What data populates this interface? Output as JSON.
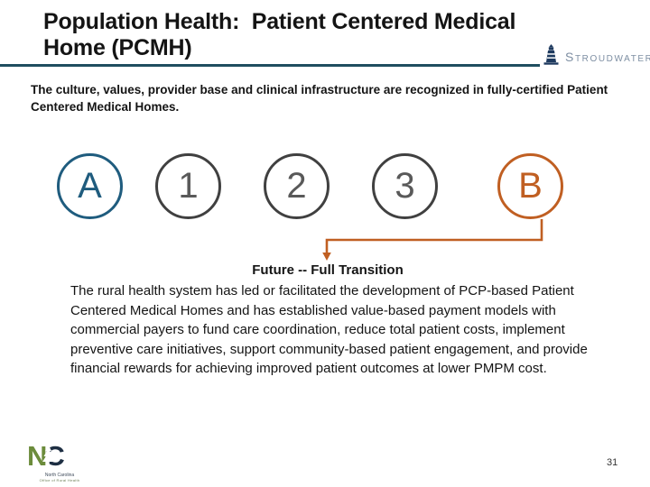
{
  "slide": {
    "title": "Population Health:  Patient Centered Medical Home (PCMH)",
    "page_number": "31"
  },
  "brand": {
    "name": "Stroudwater",
    "icon": "lighthouse-icon",
    "text_color": "#7E8FA3",
    "icon_color": "#1E3A5F"
  },
  "intro": {
    "text": "The culture, values, provider base and clinical infrastructure are recognized in fully-certified Patient Centered Medical Homes."
  },
  "sequence": {
    "steps": [
      {
        "label": "A",
        "color": "#1F5C7E"
      },
      {
        "label": "1",
        "color": "#595959"
      },
      {
        "label": "2",
        "color": "#595959"
      },
      {
        "label": "3",
        "color": "#595959"
      },
      {
        "label": "B",
        "color": "#C05F22"
      }
    ],
    "arrow_color": "#C05F22"
  },
  "callout": {
    "heading": "Future -- Full Transition",
    "body": "The rural health system has led or facilitated the development of PCP-based Patient Centered Medical Homes and has established value-based payment models with commercial payers to fund care coordination, reduce total patient costs, implement preventive care initiatives, support community-based patient engagement, and provide financial rewards for achieving improved patient outcomes at lower PMPM cost."
  },
  "footer": {
    "nc_logo": {
      "letter_n": "N",
      "letter_c": "C",
      "caption_line1": "North Carolina",
      "caption_line2": "Office of Rural Health",
      "green": "#6C8C3C",
      "navy": "#1E2F43"
    }
  },
  "colors": {
    "title_rule": "#1F4E5F",
    "text": "#141414",
    "circle_default_stroke": "#404040"
  }
}
